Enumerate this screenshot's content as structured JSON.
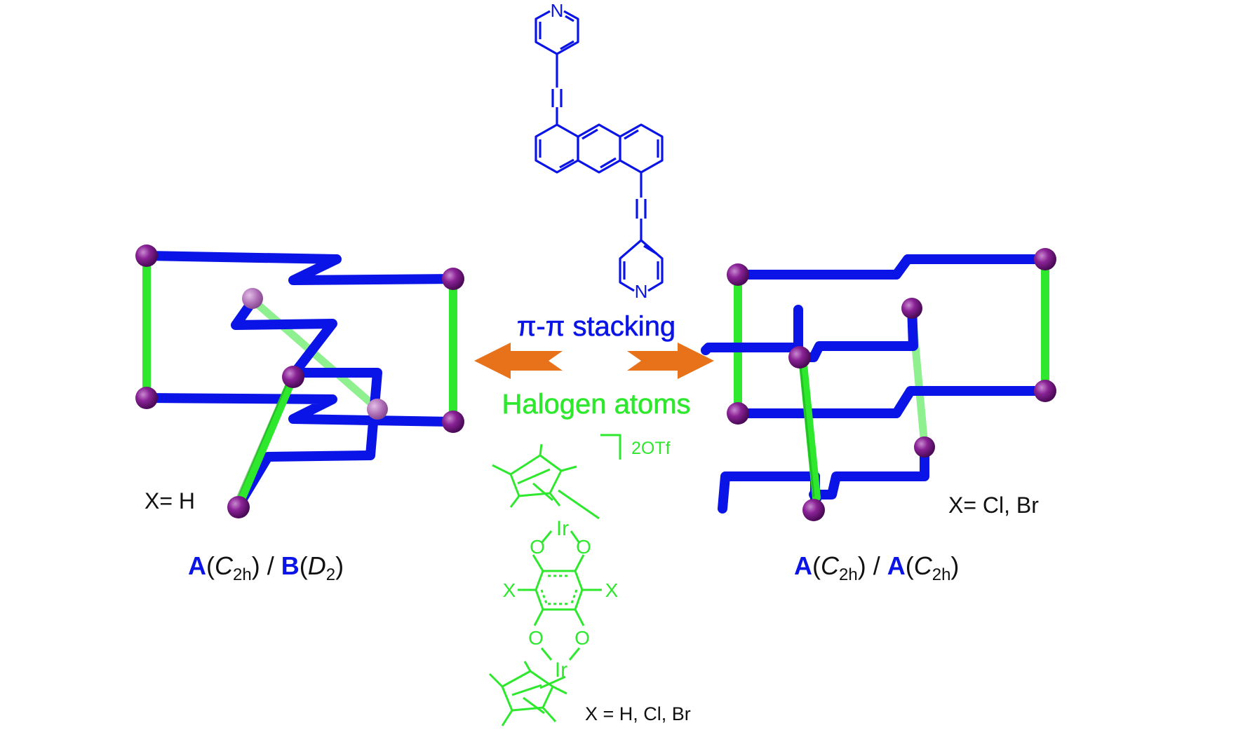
{
  "colors": {
    "linker_blue": "#0a14e6",
    "cap_green": "#2ee82e",
    "metal_purple": "#7a1a86",
    "arrow_orange": "#e8721a",
    "text_black": "#111111"
  },
  "ligand": {
    "pyridine_n_top": "N",
    "pyridine_n_bottom": "N"
  },
  "arrow_labels": {
    "stacking": "π-π stacking",
    "halogen": "Halogen atoms"
  },
  "clip": {
    "counterion": "2OTf",
    "ir_top": "Ir",
    "ir_bottom": "Ir",
    "oxygen": "O",
    "x_left": "X",
    "x_right": "X",
    "x_legend": "X = H, Cl, Br"
  },
  "left_structure": {
    "x_label": "X= H",
    "formula": {
      "a": "A",
      "a_sym": "C",
      "a_sub": "2h",
      "sep": " / ",
      "b": "B",
      "b_sym": "D",
      "b_sub": "2"
    }
  },
  "right_structure": {
    "x_label": "X= Cl, Br",
    "formula": {
      "a": "A",
      "a_sym": "C",
      "a_sub": "2h",
      "sep": " / ",
      "b": "A",
      "b_sym": "C",
      "b_sub": "2h"
    }
  }
}
